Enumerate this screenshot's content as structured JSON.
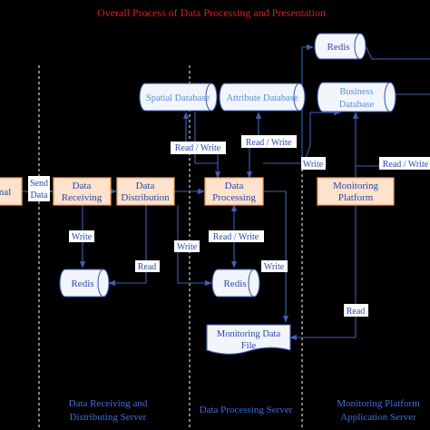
{
  "title": "Overall Process of Data Processing and Presentation",
  "colors": {
    "title": "#e31a1c",
    "box_fill": "#fde2cd",
    "box_stroke": "#f4a25b",
    "box_text": "#2a4aa8",
    "db_fill": "#f2f5fb",
    "db_stroke": "#3f5fb5",
    "db_text": "#5a8fd0",
    "arrow": "#3f5fb5",
    "label_text": "#2a4aa8",
    "label_bg": "#ffffff",
    "divider": "#ffffff",
    "footer": "#3f6fd8"
  },
  "nodes": {
    "terminal": "inal",
    "data_receiving": [
      "Data",
      "Receiving"
    ],
    "data_distribution": [
      "Data",
      "Distribution"
    ],
    "data_processing": [
      "Data",
      "Processing"
    ],
    "monitoring_platform": [
      "Monitoring",
      "Platform"
    ],
    "redis_top": "Redis",
    "spatial_database": "Spatial Database",
    "attribute_database": "Attribute Database",
    "business_database": [
      "Business",
      "Database"
    ],
    "redis_left": "Redis",
    "redis_mid": "Redis",
    "monitoring_data_file": [
      "Monitoring Data",
      "File"
    ]
  },
  "edge_labels": {
    "send_data": [
      "Send",
      "Data"
    ],
    "write_receiving": "Write",
    "read_left_redis": "Read",
    "write_distribution": "Write",
    "read_write_processing_redis": "Read / Write",
    "write_processing_file": "Write",
    "read_write_spatial": "Read / Write",
    "read_write_attribute": "Read / Write",
    "write_business": "Write",
    "read_write_business": "Read / Write",
    "read_file": "Read"
  },
  "footers": {
    "receiving_server": [
      "Data Receiving and",
      "Distributing Server"
    ],
    "processing_server": "Data Processing Server",
    "platform_server": [
      "Monitoring Platform",
      "Application Server"
    ]
  }
}
